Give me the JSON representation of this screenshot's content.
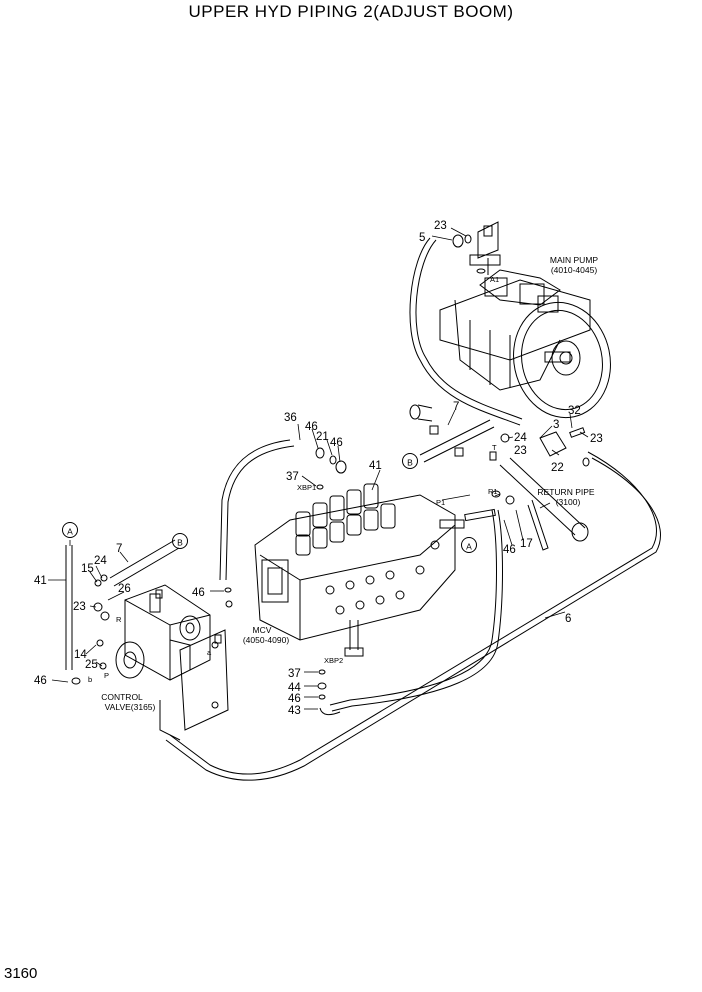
{
  "title": "UPPER HYD PIPING 2(ADJUST BOOM)",
  "page_number": "3160",
  "components": {
    "main_pump": [
      "MAIN PUMP",
      "(4010-4045)"
    ],
    "mcv": [
      "MCV",
      "(4050-4090)"
    ],
    "control_valve": [
      "CONTROL",
      "VALVE(3165)"
    ],
    "return_pipe": [
      "RETURN PIPE",
      "(3100)"
    ]
  },
  "connection_refs": {
    "A": "A",
    "B": "B"
  },
  "ports": {
    "A1": "A1",
    "T": "T",
    "P1": "P1",
    "R1": "R1",
    "XBP1": "XBP1",
    "XBP2": "XBP2",
    "R": "R",
    "P": "P",
    "a": "a",
    "b": "b"
  },
  "part_numbers": {
    "p3": "3",
    "p5": "5",
    "p6": "6",
    "p7a": "7",
    "p7b": "7",
    "p14": "14",
    "p15": "15",
    "p17": "17",
    "p21": "21",
    "p22": "22",
    "p23a": "23",
    "p23b": "23",
    "p23c": "23",
    "p23d": "23",
    "p24a": "24",
    "p24b": "24",
    "p25": "25",
    "p26": "26",
    "p32": "32",
    "p36": "36",
    "p37a": "37",
    "p37b": "37",
    "p41a": "41",
    "p41b": "41",
    "p43": "43",
    "p44": "44",
    "p46a": "46",
    "p46b": "46",
    "p46c": "46",
    "p46d": "46",
    "p46e": "46",
    "p46f": "46"
  }
}
